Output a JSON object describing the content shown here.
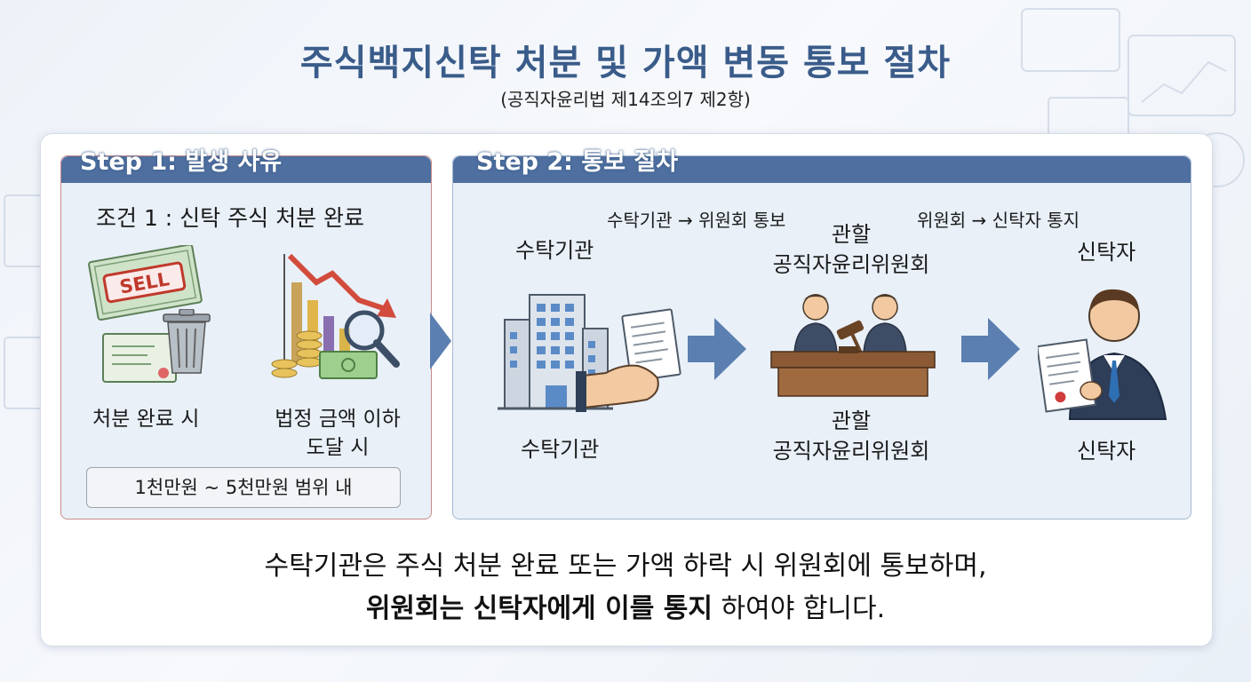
{
  "title": "주식백지신탁 처분 및 가액 변동 통보 절차",
  "subtitle": "(공직자윤리법 제14조의7 제2항)",
  "step1": {
    "title": "Step 1: 발생 사유",
    "condition": "조건 1 : 신탁 주식 처분 완료",
    "item1_label": "처분 완료 시",
    "item1_sign": "SELL",
    "item2_label_line1": "법정 금액 이하",
    "item2_label_line2": "도달 시",
    "range": "1천만원 ~ 5천만원 범위 내"
  },
  "step2": {
    "title": "Step 2: 통보 절차",
    "flow1": "수탁기관 → 위원회 통보",
    "flow2": "위원회 → 신탁자 통지",
    "actor1_top": "수탁기관",
    "actor2_top_line1": "관할",
    "actor2_top_line2": "공직자윤리위원회",
    "actor3_top": "신탁자",
    "actor1_bottom": "수탁기관",
    "actor2_bottom_line1": "관할",
    "actor2_bottom_line2": "공직자윤리위원회",
    "actor3_bottom": "신탁자"
  },
  "summary": {
    "line1": "수탁기관은 주식 처분 완료 또는 가액 하락 시 위원회에 통보하며,",
    "line2_bold": "위원회는 신탁자에게 이를 통지",
    "line2_rest": " 하여야 합니다."
  },
  "colors": {
    "accent": "#4e6f9f",
    "title": "#3a5c8a",
    "panel": "#e9f0f8",
    "arrow": "#5b7fb0"
  }
}
